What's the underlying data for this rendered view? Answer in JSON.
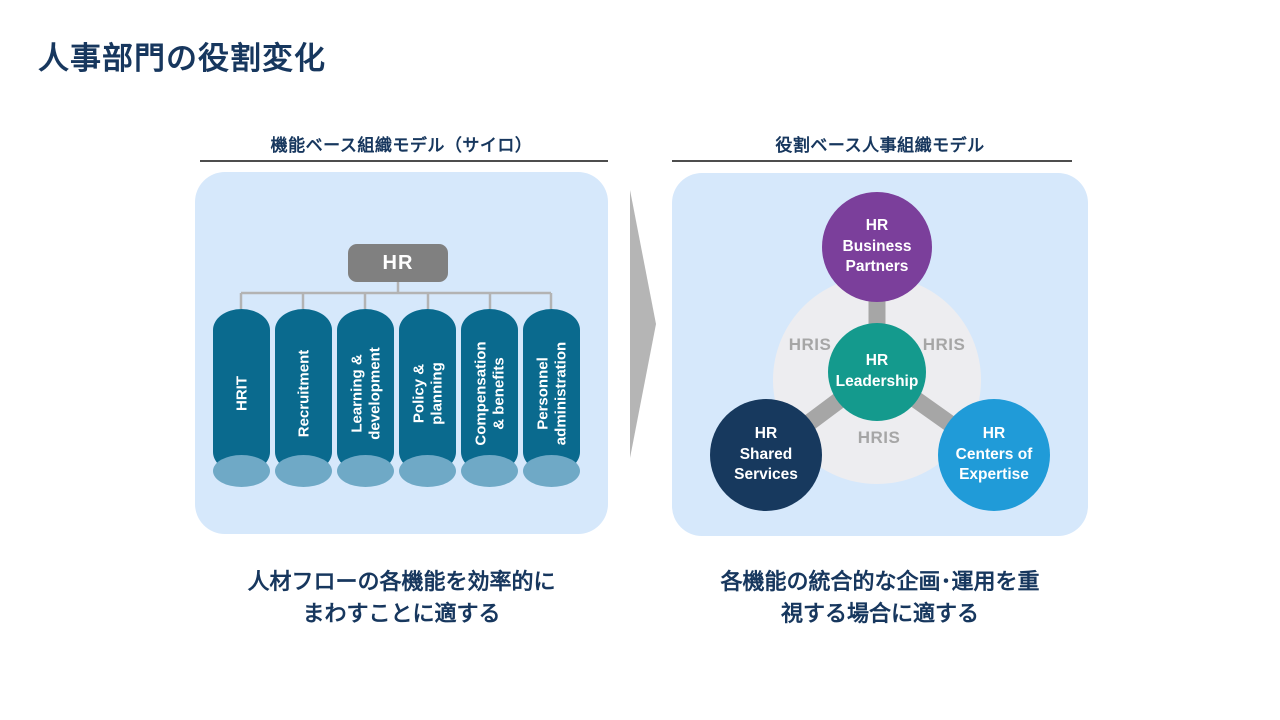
{
  "title": "人事部門の役割変化",
  "left_section": {
    "header": "機能ベース組織モデル（サイロ）",
    "root_label": "HR",
    "cylinders": [
      {
        "label": "HRIT"
      },
      {
        "label": "Recruitment"
      },
      {
        "label": "Learning &\ndevelopment"
      },
      {
        "label": "Policy &\nplanning"
      },
      {
        "label": "Compensation\n& benefits"
      },
      {
        "label": "Personnel\nadministration"
      }
    ],
    "caption": "人材フローの各機能を効率的に\nまわすことに適する"
  },
  "right_section": {
    "header": "役割ベース人事組織モデル",
    "circles": {
      "top": {
        "label": "HR\nBusiness\nPartners"
      },
      "center": {
        "label": "HR\nLeadership"
      },
      "bottom_left": {
        "label": "HR\nShared\nServices"
      },
      "bottom_right": {
        "label": "HR\nCenters of\nExpertise"
      }
    },
    "hris_labels": [
      "HRIS",
      "HRIS",
      "HRIS"
    ],
    "caption": "各機能の統合的な企画･運用を重\n視する場合に適する"
  },
  "colors": {
    "navy_text": "#17375e",
    "panel_bg": "#d6e8fb",
    "hr_box_gray": "#808080",
    "connector_gray": "#b3b3b3",
    "cylinder_body": "#0a6a8e",
    "cylinder_cap": "#6fa9c6",
    "arrow_gray": "#b5b5b5",
    "hris_circle_bg": "#ededf0",
    "spoke_gray": "#a6a6a6",
    "hris_text_gray": "#a6a6a6",
    "circle_top_purple": "#7b3f9b",
    "circle_center_teal": "#149a8d",
    "circle_bottom_left_navy": "#17395e",
    "circle_bottom_right_blue": "#209bd8"
  }
}
